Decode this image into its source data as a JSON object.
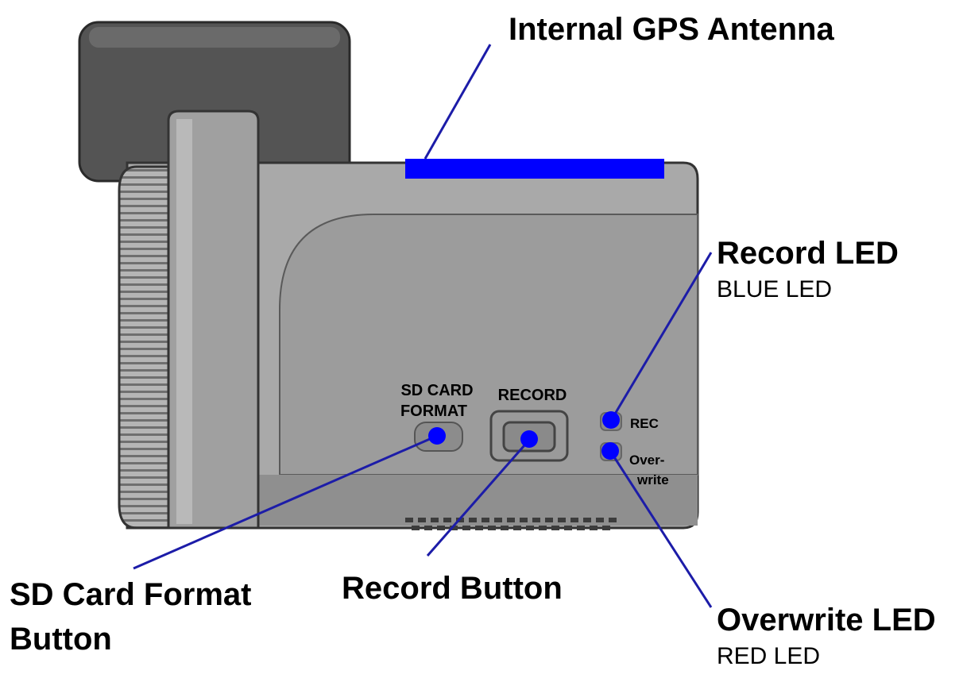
{
  "callouts": {
    "gps": "Internal GPS Antenna",
    "record_led": "Record LED",
    "record_led_color": "BLUE LED",
    "sd_format_line1": "SD Card Format",
    "sd_format_line2": "Button",
    "record_button": "Record Button",
    "overwrite_led": "Overwrite LED",
    "overwrite_led_color": "RED LED"
  },
  "device_labels": {
    "sd_card": "SD CARD",
    "format": "FORMAT",
    "record": "RECORD",
    "rec": "REC",
    "over": "Over-",
    "write": "write"
  },
  "colors": {
    "leader": "#1c1ca8",
    "marker": "#0000ff",
    "body": "#a9a9a9",
    "mount": "#545454"
  }
}
